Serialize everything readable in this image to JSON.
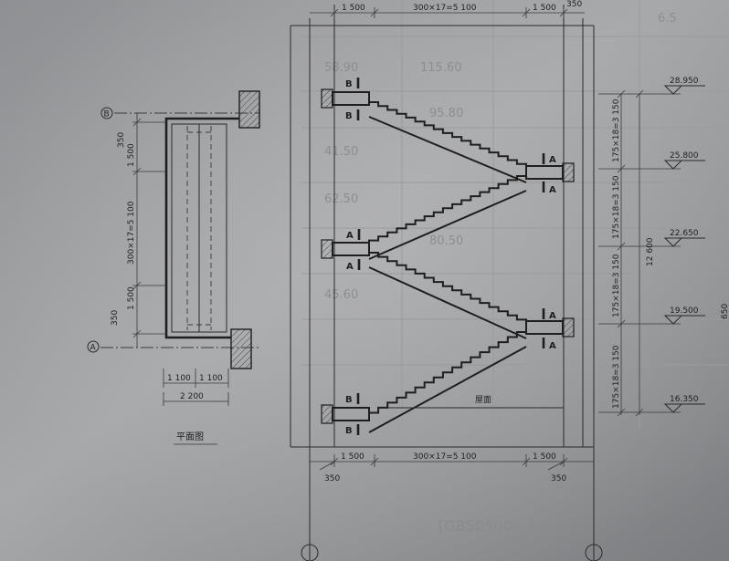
{
  "background_table": {
    "cells": [
      "115.60",
      "58.90",
      "95.80",
      "41.50",
      "62.50",
      "80.50",
      "45.60",
      "6.5"
    ]
  },
  "plan": {
    "title": "平面图",
    "axis_top": "B",
    "axis_bottom": "A",
    "dim_350_top": "350",
    "dim_1500_top": "1 500",
    "dim_run": "300×17=5 100",
    "dim_1500_bottom": "1 500",
    "dim_350_bottom": "350",
    "dim_1100_left": "1 100",
    "dim_1100_right": "1 100",
    "dim_total_width": "2 200"
  },
  "section": {
    "top_dims": {
      "left": "1 500",
      "mid": "300×17=5 100",
      "right": "1 500",
      "end": "350"
    },
    "bottom_dims": {
      "left": "1 500",
      "mid": "300×17=5 100",
      "right": "1 500",
      "end_left": "350",
      "end_right": "350"
    },
    "flight_dims": [
      "175×18=3 150",
      "175×18=3 150",
      "175×18=3 150",
      "175×18=3 150"
    ],
    "total_height": "12 600",
    "elevations": [
      "28.950",
      "25.800",
      "22.650",
      "19.500",
      "16.350"
    ],
    "section_labels": {
      "b": "B",
      "a": "A"
    },
    "roof_label": "屋面"
  },
  "edge_text": "650",
  "footer_text": "[GB50500—2008]"
}
